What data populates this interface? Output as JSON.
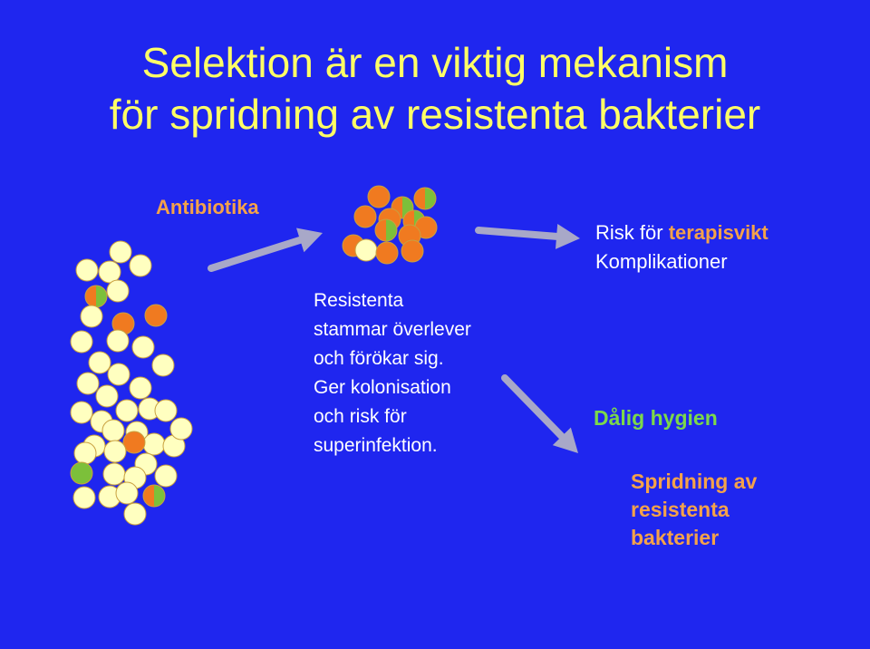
{
  "title": {
    "line1": "Selektion är en viktig mekanism",
    "line2": "för spridning av resistenta bakterier"
  },
  "labels": {
    "antibiotika": "Antibiotika",
    "resistant_text": "Resistenta\nstammar överlever\noch förökar sig.\nGer kolonisation\noch risk för\nsuperinfektion.",
    "risk_prefix": "Risk för ",
    "risk_highlight": "terapisvikt",
    "komplikationer": "Komplikationer",
    "dalig_hygien": "Dålig hygien",
    "spridning": "Spridning av\nresistenta\nbakterier"
  },
  "colors": {
    "background": "#1f26ef",
    "title": "#ffff66",
    "accent_orange": "#f4a24a",
    "accent_green": "#7cd84a",
    "arrow": "#a8a8c8",
    "bacterium_yellow": "#ffffc0",
    "bacterium_orange": "#f07a20",
    "bacterium_green": "#7cc03a"
  }
}
